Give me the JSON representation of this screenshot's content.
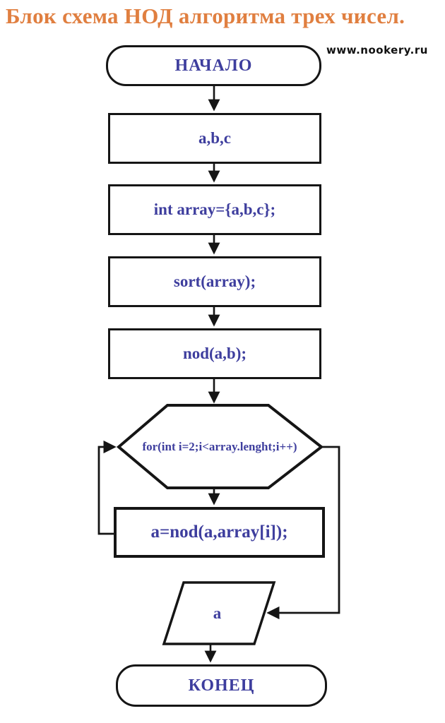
{
  "page": {
    "title": "Блок схема НОД алгоритма трех чисел.",
    "watermark": "www.nookery.ru"
  },
  "colors": {
    "title_accent": "#e07f40",
    "node_text": "#3e3e9e",
    "line": "#151515",
    "background": "#ffffff"
  },
  "flowchart": {
    "nodes": [
      {
        "id": "start",
        "type": "terminator",
        "label": "НАЧАЛО"
      },
      {
        "id": "input-abc",
        "type": "process",
        "label": "a,b,c"
      },
      {
        "id": "init-array",
        "type": "process",
        "label": "int array={a,b,c};"
      },
      {
        "id": "sort",
        "type": "process",
        "label": "sort(array);"
      },
      {
        "id": "nod-ab",
        "type": "process",
        "label": "nod(a,b);"
      },
      {
        "id": "for-loop",
        "type": "loop-hexagon",
        "label": "for(int i=2;i<array.lenght;i++)"
      },
      {
        "id": "loop-body",
        "type": "process",
        "label": "a=nod(a,array[i]);"
      },
      {
        "id": "output-a",
        "type": "io-parallelogram",
        "label": "a"
      },
      {
        "id": "end",
        "type": "terminator",
        "label": "КОНЕЦ"
      }
    ],
    "edges": [
      {
        "from": "start",
        "to": "input-abc"
      },
      {
        "from": "input-abc",
        "to": "init-array"
      },
      {
        "from": "init-array",
        "to": "sort"
      },
      {
        "from": "sort",
        "to": "nod-ab"
      },
      {
        "from": "nod-ab",
        "to": "for-loop"
      },
      {
        "from": "for-loop",
        "to": "loop-body",
        "branch": "loop-enter"
      },
      {
        "from": "loop-body",
        "to": "for-loop",
        "branch": "loop-back"
      },
      {
        "from": "for-loop",
        "to": "output-a",
        "branch": "loop-exit"
      },
      {
        "from": "output-a",
        "to": "end"
      }
    ]
  }
}
